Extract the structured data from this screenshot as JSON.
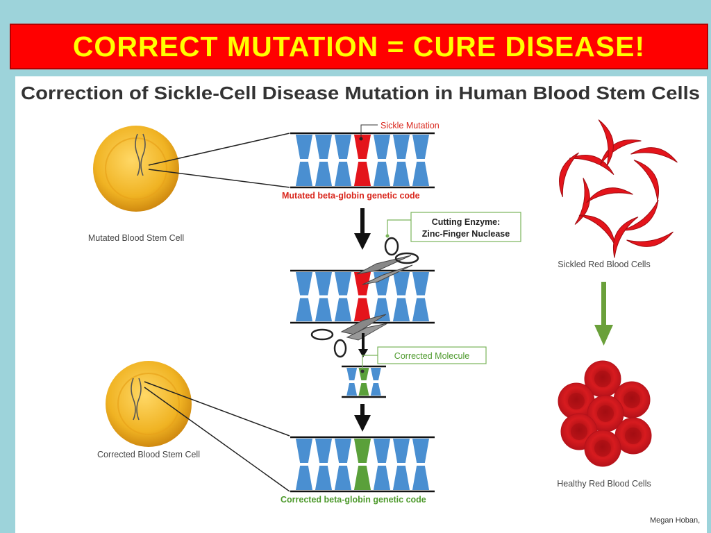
{
  "banner": {
    "text": "CORRECT MUTATION = CURE DISEASE!"
  },
  "figure": {
    "title": "Correction of Sickle-Cell Disease Mutation in Human Blood Stem Cells",
    "labels": {
      "sickle_mutation": "Sickle Mutation",
      "mutated_code": "Mutated beta-globin genetic code",
      "mutated_cell": "Mutated Blood Stem Cell",
      "enzyme_line1": "Cutting Enzyme:",
      "enzyme_line2": "Zinc-Finger Nuclease",
      "corrected_molecule": "Corrected Molecule",
      "corrected_cell": "Corrected Blood Stem Cell",
      "corrected_code": "Corrected beta-globin genetic code",
      "sickled_cells": "Sickled Red Blood Cells",
      "healthy_cells": "Healthy Red Blood Cells",
      "credit": "Megan Hoban,"
    },
    "colors": {
      "base": "#4a8fd1",
      "mutation": "#e4141b",
      "corrected": "#5aa03a",
      "cell": "#f0b323",
      "mutation_label": "#d9261c",
      "corrected_label": "#4e9a2d",
      "arrow_green": "#6aa03a"
    }
  }
}
